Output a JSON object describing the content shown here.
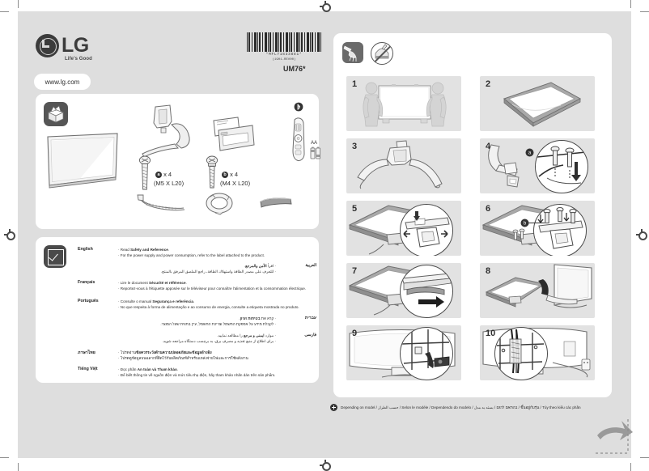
{
  "document": {
    "type": "quick-setup-guide",
    "brand": "LG",
    "brand_tagline": "Life's Good",
    "website": "www.lg.com",
    "model": "UM76*",
    "barcode_number": "*MFL71633881*",
    "barcode_sub": "(1901-REV00)"
  },
  "parts": {
    "icon": "open-box-icon",
    "items": [
      {
        "name": "tv-panel",
        "label": ""
      },
      {
        "name": "stand-base-and-body",
        "label": ""
      },
      {
        "name": "manual-and-warranty-card",
        "label": ""
      },
      {
        "name": "magic-remote-control",
        "label": ""
      },
      {
        "name": "aa-batteries",
        "label": "AA"
      },
      {
        "name": "cable-tie",
        "label": ""
      },
      {
        "name": "cable-holder-ring",
        "label": ""
      },
      {
        "name": "cable-cover",
        "label": ""
      }
    ],
    "screw_a": {
      "badge": "a",
      "count": "x 4",
      "spec": "(M5 X L20)"
    },
    "screw_b": {
      "badge": "b",
      "count": "x 4",
      "spec": "(M4 X L20)"
    }
  },
  "notices": {
    "icon_check": "check-mark-icon",
    "languages": [
      {
        "name": "English",
        "dir": "ltr",
        "lines": [
          "· Read <b>Safety and Reference</b>.",
          "· For the power supply and power consumption, refer to the label attached to the product."
        ]
      },
      {
        "name": "العربية",
        "dir": "rtl",
        "lines": [
          "· اقرأ <b>الأمن والمرجع</b>.",
          "· للتعرف على مصدر الطاقة واستهلاك الطاقة، راجع الملصق المرفق بالمنتج."
        ]
      },
      {
        "name": "Français",
        "dir": "ltr",
        "lines": [
          "· Lire le document <b>Sécurité et référence</b>.",
          "· Reportez-vous à l'étiquette apposée sur le téléviseur pour connaître l'alimentation et la consommation électrique."
        ]
      },
      {
        "name": "Português",
        "dir": "ltr",
        "lines": [
          "· Consulte o manual <b>Segurança e referência</b>.",
          "· No que respeita à forma de alimentação e ao consumo de energia, consulte a etiqueta mostrada no produto."
        ]
      },
      {
        "name": "עברית",
        "dir": "rtl",
        "lines": [
          "· קרא את <b>בטיחות ועיון</b>.",
          "· לקבלת מידע על אספקת החשמל וצריכת החשמל, עיין בתווית שעל המוצר."
        ]
      },
      {
        "name": "فارسی",
        "dir": "rtl",
        "lines": [
          "· موارد <b>ایمنی و مرجع</b> را مطالعه نمایید.",
          "· برای اطلاع از منبع تغذیه و مصرف برق، به برچسب دستگاه مراجعه شوید."
        ]
      },
      {
        "name": "ภาษาไทย",
        "dir": "ltr",
        "lines": [
          "· โปรดอ่าน<b>ข้อควรระวังด้านความปลอดภัยและข้อมูลอ้างอิง</b>",
          "· โปรดดูข้อมูลบนฉลากที่ติดไว้กับผลิตภัณฑ์สำหรับแหล่งจ่ายไฟและการใช้พลังงาน"
        ]
      },
      {
        "name": "Tiếng Việt",
        "dir": "ltr",
        "lines": [
          "· Đọc phần <b>An toàn và Tham khảo</b>.",
          "· Để biết thông tin về nguồn điện và mức tiêu thu điện, hãy tham khảo nhãn dán trên sản phẩm."
        ]
      }
    ]
  },
  "instructions": {
    "top_icons": [
      {
        "name": "dry-cloth-cleaning-icon",
        "allowed": true
      },
      {
        "name": "no-liquid-cleaner-icon",
        "allowed": false
      }
    ],
    "steps": [
      {
        "num": "1",
        "name": "step-lift-tv-two-people"
      },
      {
        "num": "2",
        "name": "step-lay-tv-face-down"
      },
      {
        "num": "3",
        "name": "step-stand-base-and-body"
      },
      {
        "num": "4",
        "name": "step-attach-stand-body-screws",
        "callout": "a"
      },
      {
        "num": "5",
        "name": "step-align-stand-to-tv"
      },
      {
        "num": "6",
        "name": "step-fasten-stand-screws",
        "callout": "b"
      },
      {
        "num": "7",
        "name": "step-attach-cable-cover"
      },
      {
        "num": "8",
        "name": "step-stand-tv-upright"
      },
      {
        "num": "9",
        "name": "step-attach-cable-holder"
      },
      {
        "num": "10",
        "name": "step-route-cables-and-connect-power"
      }
    ]
  },
  "footnote": {
    "icon": "plus-circle-icon",
    "text": "Depending on model / حسب الطراز / Selon le modèle / Dependendo do modelo / בהתאם לדגם / بسته به مدل / ขึ้นอยู่กับรุ่น / Tùy theo kiểu các phần"
  },
  "colors": {
    "page_bg": "#dedede",
    "card_bg": "#ffffff",
    "step_bg": "#e2e2e2",
    "ink": "#2b2b2b",
    "icon_dark": "#555555"
  }
}
